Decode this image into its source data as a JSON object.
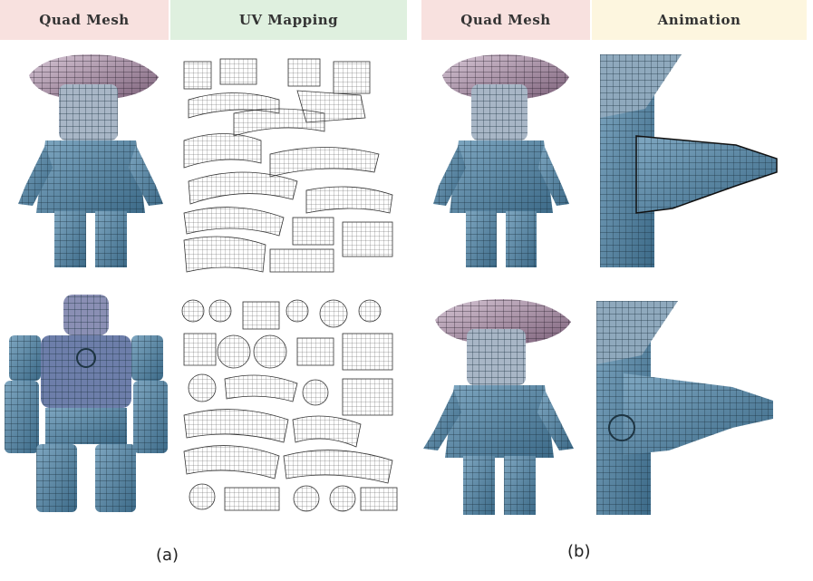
{
  "headers": [
    {
      "label": "Quad Mesh",
      "color": "#f8e1df"
    },
    {
      "label": "UV Mapping",
      "color": "#dff0df"
    },
    {
      "label": "Quad Mesh",
      "color": "#f8e1df"
    },
    {
      "label": "Animation",
      "color": "#fdf6df"
    }
  ],
  "captions": {
    "a": "(a)",
    "b": "(b)"
  },
  "colors": {
    "mesh_blue": "#4d7f9e",
    "mesh_light": "#a9c6d9",
    "hat_purple": "#a88ea3",
    "wire": "#1a1a1a",
    "uv_line": "#444444"
  }
}
